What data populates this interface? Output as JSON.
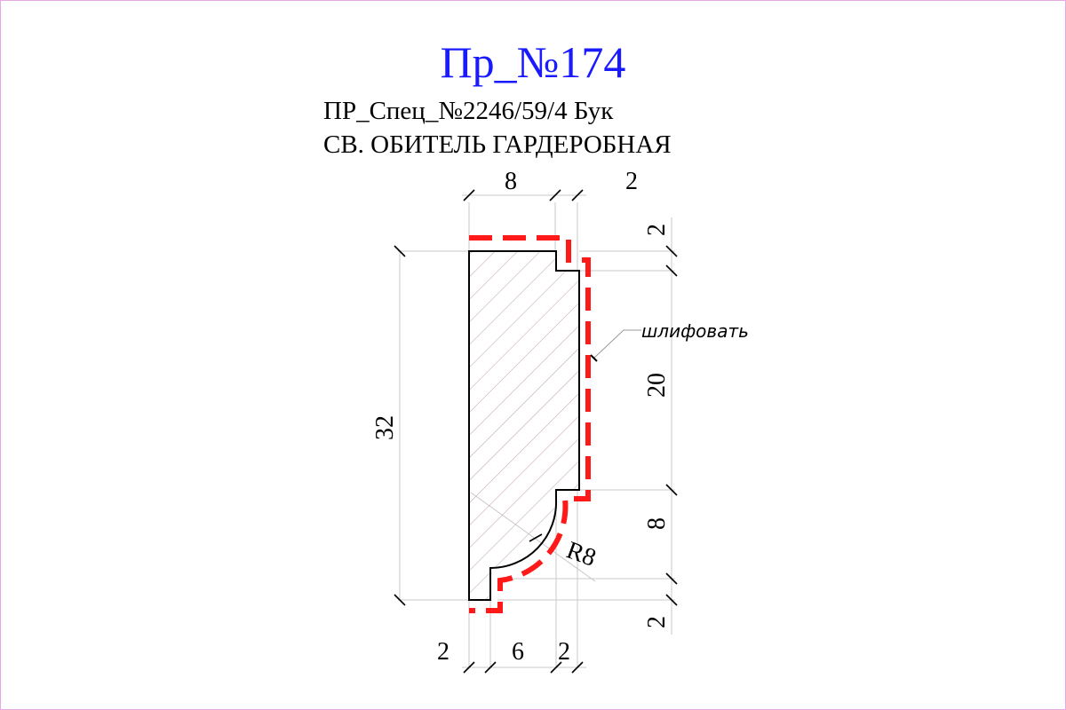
{
  "header": {
    "profile_number": "Пр_№174",
    "spec_line": "ПР_Спец_№2246/59/4 Бук",
    "object_line": "СВ. ОБИТЕЛЬ ГАРДЕРОБНАЯ"
  },
  "colors": {
    "title": "#1a1aff",
    "sanding_line": "#ff1a1a",
    "hatch": "#bfa0a0",
    "frame": "#e6a8e6"
  },
  "dimensions": {
    "top_width": "8",
    "top_step": "2",
    "total_height": "32",
    "right_top": "2",
    "right_middle": "20",
    "right_lower": "8",
    "right_bottom": "2",
    "bottom_left": "2",
    "bottom_middle": "6",
    "bottom_right": "2",
    "radius": "R8"
  },
  "annotations": {
    "sanding_note": "шлифовать"
  }
}
